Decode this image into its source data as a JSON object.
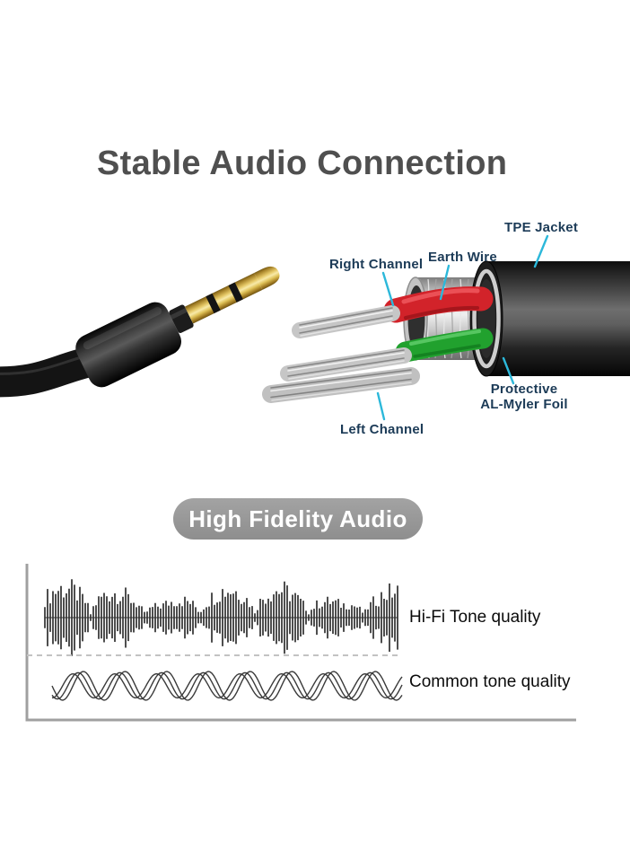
{
  "title": "Stable Audio Connection",
  "diagram": {
    "labels": {
      "tpe_jacket": "TPE Jacket",
      "right_channel": "Right Channel",
      "earth_wire": "Earth Wire",
      "protective_line1": "Protective",
      "protective_line2": "AL-Myler Foil",
      "left_channel": "Left Channel"
    }
  },
  "badge": {
    "label": "High Fidelity Audio"
  },
  "waveform": {
    "hifi_label": "Hi-Fi Tone quality",
    "common_label": "Common tone quality"
  },
  "colors": {
    "accent": "#2cb8da",
    "label": "#1c3b57",
    "title": "#4f4f4f",
    "badge_bg": "#a3a3a3",
    "right_channel_wire": "#d2232a",
    "earth_wire_color": "#21a12e",
    "gold_plug": "#e6c968"
  }
}
